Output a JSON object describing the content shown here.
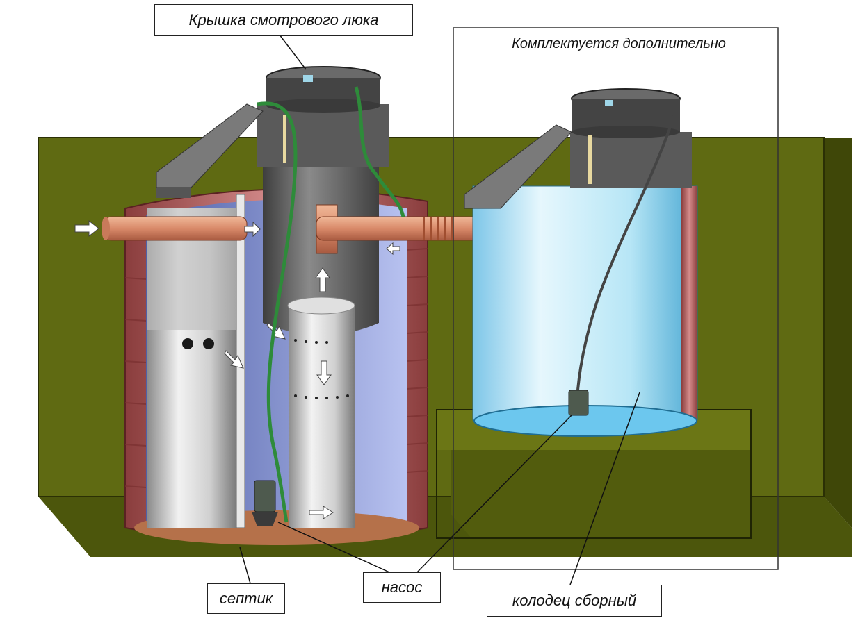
{
  "labels": {
    "lid": "Крышка смотрового люка",
    "extra": "Комплектуется дополнительно",
    "septic": "септик",
    "pump": "насос",
    "well": "колодец сборный"
  },
  "colors": {
    "soil": "#5f6a12",
    "soil_dark": "#3f4708",
    "tank_wall": "#b05a5a",
    "pipe": "#d98a6a",
    "lid": "#5a5a5a",
    "water": "#aee6f7",
    "hose": "#2e8b3a",
    "arrow": "#ffffff"
  },
  "icons": [
    "flow-arrow-icon",
    "pump-icon",
    "hose-icon"
  ]
}
